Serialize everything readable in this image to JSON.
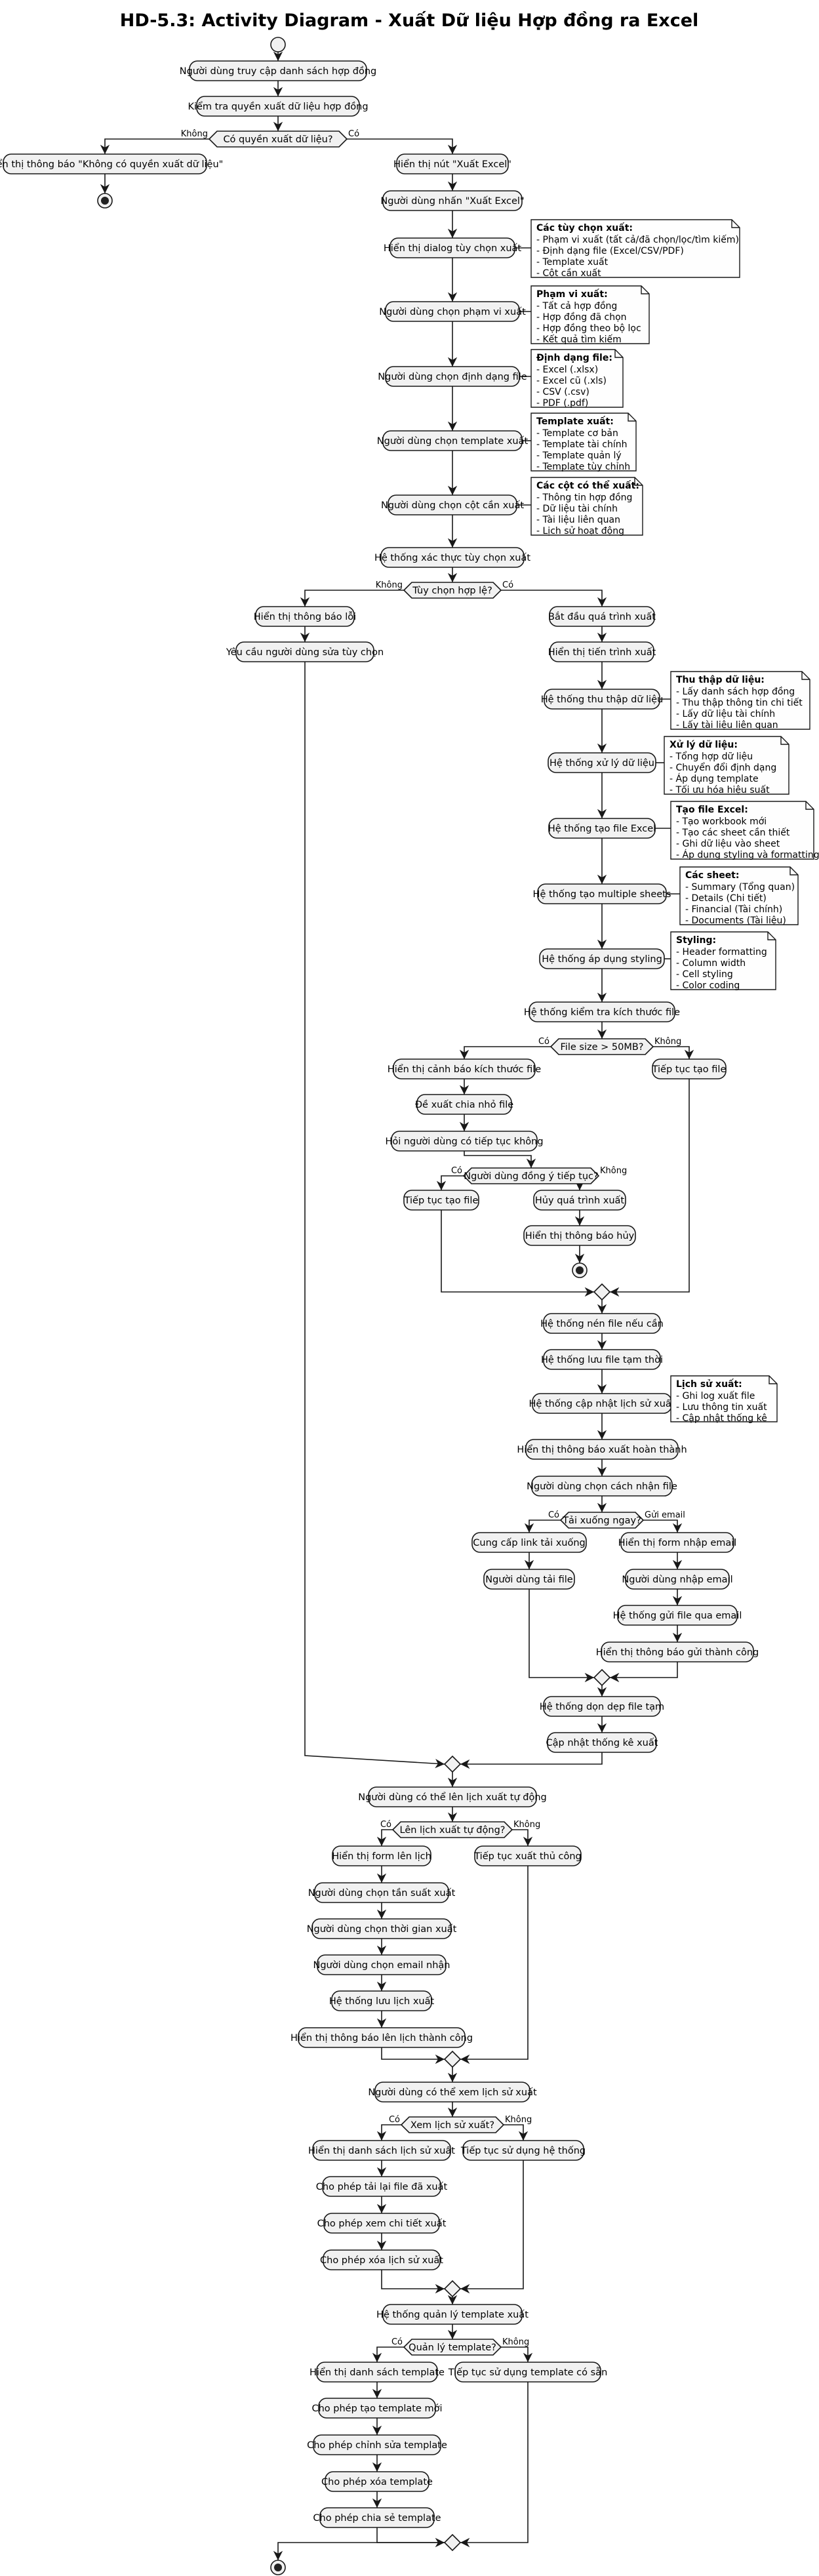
{
  "title": "HD-5.3: Activity Diagram - Xuất Dữ liệu Hợp đồng ra Excel",
  "activities": [
    {
      "id": "a1",
      "label": "Người dùng truy cập danh sách hợp đồng"
    },
    {
      "id": "a2",
      "label": "Kiểm tra quyền xuất dữ liệu hợp đồng"
    },
    {
      "id": "a3",
      "label": "Hiển thị thông báo \"Không có quyền xuất dữ liệu\""
    },
    {
      "id": "a4",
      "label": "Hiển thị nút \"Xuất Excel\""
    },
    {
      "id": "a5",
      "label": "Người dùng nhấn \"Xuất Excel\""
    },
    {
      "id": "a6",
      "label": "Hiển thị dialog tùy chọn xuất"
    },
    {
      "id": "a7",
      "label": "Người dùng chọn phạm vi xuất"
    },
    {
      "id": "a8",
      "label": "Người dùng chọn định dạng file"
    },
    {
      "id": "a9",
      "label": "Người dùng chọn template xuất"
    },
    {
      "id": "a10",
      "label": "Người dùng chọn cột cần xuất"
    },
    {
      "id": "a11",
      "label": "Hệ thống xác thực tùy chọn xuất"
    },
    {
      "id": "a12",
      "label": "Hiển thị thông báo lỗi"
    },
    {
      "id": "a13",
      "label": "Yêu cầu người dùng sửa tùy chọn"
    },
    {
      "id": "a14",
      "label": "Bắt đầu quá trình xuất"
    },
    {
      "id": "a15",
      "label": "Hiển thị tiến trình xuất"
    },
    {
      "id": "a16",
      "label": "Hệ thống thu thập dữ liệu"
    },
    {
      "id": "a17",
      "label": "Hệ thống xử lý dữ liệu"
    },
    {
      "id": "a18",
      "label": "Hệ thống tạo file Excel"
    },
    {
      "id": "a19",
      "label": "Hệ thống tạo multiple sheets"
    },
    {
      "id": "a20",
      "label": "Hệ thống áp dụng styling"
    },
    {
      "id": "a21",
      "label": "Hệ thống kiểm tra kích thước file"
    },
    {
      "id": "a22",
      "label": "Hiển thị cảnh báo kích thước file"
    },
    {
      "id": "a23",
      "label": "Đề xuất chia nhỏ file"
    },
    {
      "id": "a24",
      "label": "Hỏi người dùng có tiếp tục không"
    },
    {
      "id": "a25",
      "label": "Tiếp tục tạo file"
    },
    {
      "id": "a26",
      "label": "Tiếp tục tạo file"
    },
    {
      "id": "a27",
      "label": "Hủy quá trình xuất"
    },
    {
      "id": "a28",
      "label": "Hiển thị thông báo hủy"
    },
    {
      "id": "a29",
      "label": "Hệ thống nén file nếu cần"
    },
    {
      "id": "a30",
      "label": "Hệ thống lưu file tạm thời"
    },
    {
      "id": "a31",
      "label": "Hệ thống cập nhật lịch sử xuất"
    },
    {
      "id": "a32",
      "label": "Hiển thị thông báo xuất hoàn thành"
    },
    {
      "id": "a33",
      "label": "Người dùng chọn cách nhận file"
    },
    {
      "id": "a34",
      "label": "Cung cấp link tải xuống"
    },
    {
      "id": "a35",
      "label": "Người dùng tải file"
    },
    {
      "id": "a36",
      "label": "Hiển thị form nhập email"
    },
    {
      "id": "a37",
      "label": "Người dùng nhập email"
    },
    {
      "id": "a38",
      "label": "Hệ thống gửi file qua email"
    },
    {
      "id": "a39",
      "label": "Hiển thị thông báo gửi thành công"
    },
    {
      "id": "a40",
      "label": "Hệ thống dọn dẹp file tạm"
    },
    {
      "id": "a41",
      "label": "Cập nhật thống kê xuất"
    },
    {
      "id": "a42",
      "label": "Người dùng có thể lên lịch xuất tự động"
    },
    {
      "id": "a43",
      "label": "Hiển thị form lên lịch"
    },
    {
      "id": "a44",
      "label": "Người dùng chọn tần suất xuất"
    },
    {
      "id": "a45",
      "label": "Người dùng chọn thời gian xuất"
    },
    {
      "id": "a46",
      "label": "Người dùng chọn email nhận"
    },
    {
      "id": "a47",
      "label": "Hệ thống lưu lịch xuất"
    },
    {
      "id": "a48",
      "label": "Hiển thị thông báo lên lịch thành công"
    },
    {
      "id": "a49",
      "label": "Tiếp tục xuất thủ công"
    },
    {
      "id": "a50",
      "label": "Người dùng có thể xem lịch sử xuất"
    },
    {
      "id": "a51",
      "label": "Hiển thị danh sách lịch sử xuất"
    },
    {
      "id": "a52",
      "label": "Cho phép tải lại file đã xuất"
    },
    {
      "id": "a53",
      "label": "Cho phép xem chi tiết xuất"
    },
    {
      "id": "a54",
      "label": "Cho phép xóa lịch sử xuất"
    },
    {
      "id": "a55",
      "label": "Tiếp tục sử dụng hệ thống"
    },
    {
      "id": "a56",
      "label": "Hệ thống quản lý template xuất"
    },
    {
      "id": "a57",
      "label": "Hiển thị danh sách template"
    },
    {
      "id": "a58",
      "label": "Cho phép tạo template mới"
    },
    {
      "id": "a59",
      "label": "Cho phép chỉnh sửa template"
    },
    {
      "id": "a60",
      "label": "Cho phép xóa template"
    },
    {
      "id": "a61",
      "label": "Cho phép chia sẻ template"
    },
    {
      "id": "a62",
      "label": "Tiếp tục sử dụng template có sẵn"
    }
  ],
  "decisions": [
    {
      "id": "d1",
      "label": "Có quyền xuất dữ liệu?",
      "left": "Không",
      "right": "Có"
    },
    {
      "id": "d2",
      "label": "Tùy chọn hợp lệ?",
      "left": "Không",
      "right": "Có"
    },
    {
      "id": "d3",
      "label": "File size > 50MB?",
      "left": "Có",
      "right": "Không"
    },
    {
      "id": "d4",
      "label": "Người dùng đồng ý tiếp tục?",
      "left": "Có",
      "right": "Không"
    },
    {
      "id": "d5",
      "label": "Tải xuống ngay?",
      "left": "Có",
      "right": "Gửi email"
    },
    {
      "id": "d6",
      "label": "Lên lịch xuất tự động?",
      "left": "Có",
      "right": "Không"
    },
    {
      "id": "d7",
      "label": "Xem lịch sử xuất?",
      "left": "Có",
      "right": "Không"
    },
    {
      "id": "d8",
      "label": "Quản lý template?",
      "left": "Có",
      "right": "Không"
    }
  ],
  "notes": [
    {
      "id": "n1",
      "title": "Các tùy chọn xuất:",
      "lines": [
        "- Phạm vi xuất (tất cả/đã chọn/lọc/tìm kiếm)",
        "- Định dạng file (Excel/CSV/PDF)",
        "- Template xuất",
        "- Cột cần xuất"
      ]
    },
    {
      "id": "n2",
      "title": "Phạm vi xuất:",
      "lines": [
        "- Tất cả hợp đồng",
        "- Hợp đồng đã chọn",
        "- Hợp đồng theo bộ lọc",
        "- Kết quả tìm kiếm"
      ]
    },
    {
      "id": "n3",
      "title": "Định dạng file:",
      "lines": [
        "- Excel (.xlsx)",
        "- Excel cũ (.xls)",
        "- CSV (.csv)",
        "- PDF (.pdf)"
      ]
    },
    {
      "id": "n4",
      "title": "Template xuất:",
      "lines": [
        "- Template cơ bản",
        "- Template tài chính",
        "- Template quản lý",
        "- Template tùy chỉnh"
      ]
    },
    {
      "id": "n5",
      "title": "Các cột có thể xuất:",
      "lines": [
        "- Thông tin hợp đồng",
        "- Dữ liệu tài chính",
        "- Tài liệu liên quan",
        "- Lịch sử hoạt động"
      ]
    },
    {
      "id": "n6",
      "title": "Thu thập dữ liệu:",
      "lines": [
        "- Lấy danh sách hợp đồng",
        "- Thu thập thông tin chi tiết",
        "- Lấy dữ liệu tài chính",
        "- Lấy tài liệu liên quan"
      ]
    },
    {
      "id": "n7",
      "title": "Xử lý dữ liệu:",
      "lines": [
        "- Tổng hợp dữ liệu",
        "- Chuyển đổi định dạng",
        "- Áp dụng template",
        "- Tối ưu hóa hiệu suất"
      ]
    },
    {
      "id": "n8",
      "title": "Tạo file Excel:",
      "lines": [
        "- Tạo workbook mới",
        "- Tạo các sheet cần thiết",
        "- Ghi dữ liệu vào sheet",
        "- Áp dụng styling và formatting"
      ]
    },
    {
      "id": "n9",
      "title": "Các sheet:",
      "lines": [
        "- Summary (Tổng quan)",
        "- Details (Chi tiết)",
        "- Financial (Tài chính)",
        "- Documents (Tài liệu)"
      ]
    },
    {
      "id": "n10",
      "title": "Styling:",
      "lines": [
        "- Header formatting",
        "- Column width",
        "- Cell styling",
        "- Color coding"
      ]
    },
    {
      "id": "n11",
      "title": "Lịch sử xuất:",
      "lines": [
        "- Ghi log xuất file",
        "- Lưu thông tin xuất",
        "- Cập nhật thống kê"
      ]
    }
  ]
}
